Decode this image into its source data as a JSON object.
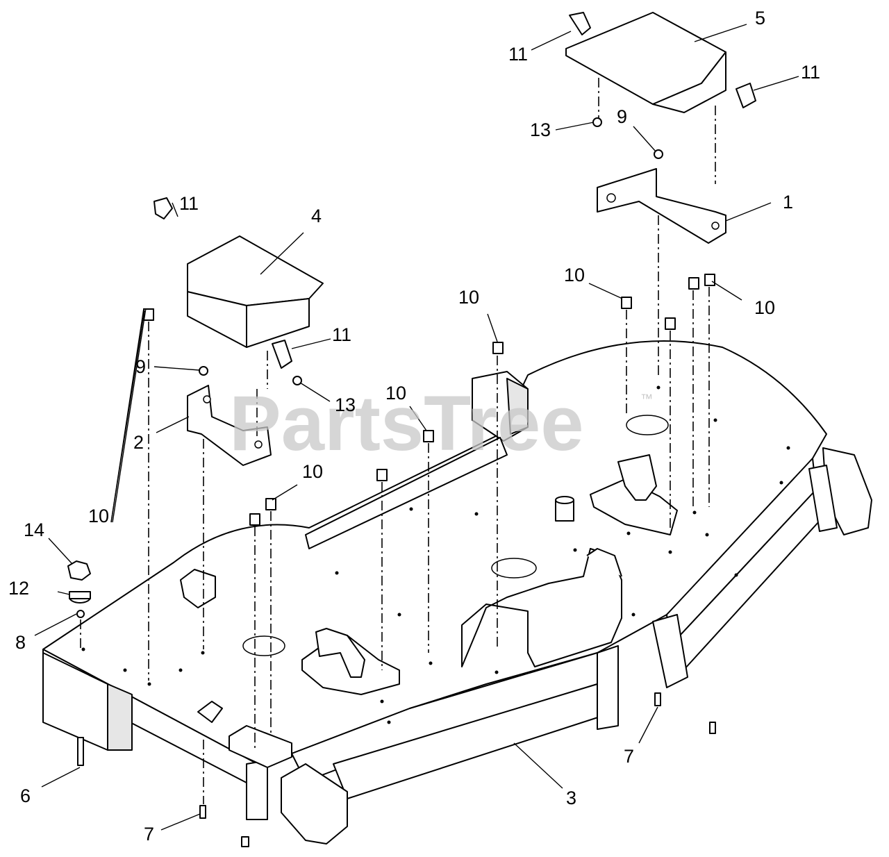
{
  "watermark": {
    "text": "PartsTree",
    "trademark": "™"
  },
  "callouts": [
    {
      "id": "c1",
      "label": "1"
    },
    {
      "id": "c2",
      "label": "2"
    },
    {
      "id": "c3",
      "label": "3"
    },
    {
      "id": "c4",
      "label": "4"
    },
    {
      "id": "c5",
      "label": "5"
    },
    {
      "id": "c6",
      "label": "6"
    },
    {
      "id": "c7a",
      "label": "7"
    },
    {
      "id": "c7b",
      "label": "7"
    },
    {
      "id": "c8",
      "label": "8"
    },
    {
      "id": "c9a",
      "label": "9"
    },
    {
      "id": "c9b",
      "label": "9"
    },
    {
      "id": "c10a",
      "label": "10"
    },
    {
      "id": "c10b",
      "label": "10"
    },
    {
      "id": "c10c",
      "label": "10"
    },
    {
      "id": "c10d",
      "label": "10"
    },
    {
      "id": "c10e",
      "label": "10"
    },
    {
      "id": "c10f",
      "label": "10"
    },
    {
      "id": "c11a",
      "label": "11"
    },
    {
      "id": "c11b",
      "label": "11"
    },
    {
      "id": "c11c",
      "label": "11"
    },
    {
      "id": "c11d",
      "label": "11"
    },
    {
      "id": "c12",
      "label": "12"
    },
    {
      "id": "c13a",
      "label": "13"
    },
    {
      "id": "c13b",
      "label": "13"
    },
    {
      "id": "c14",
      "label": "14"
    }
  ]
}
